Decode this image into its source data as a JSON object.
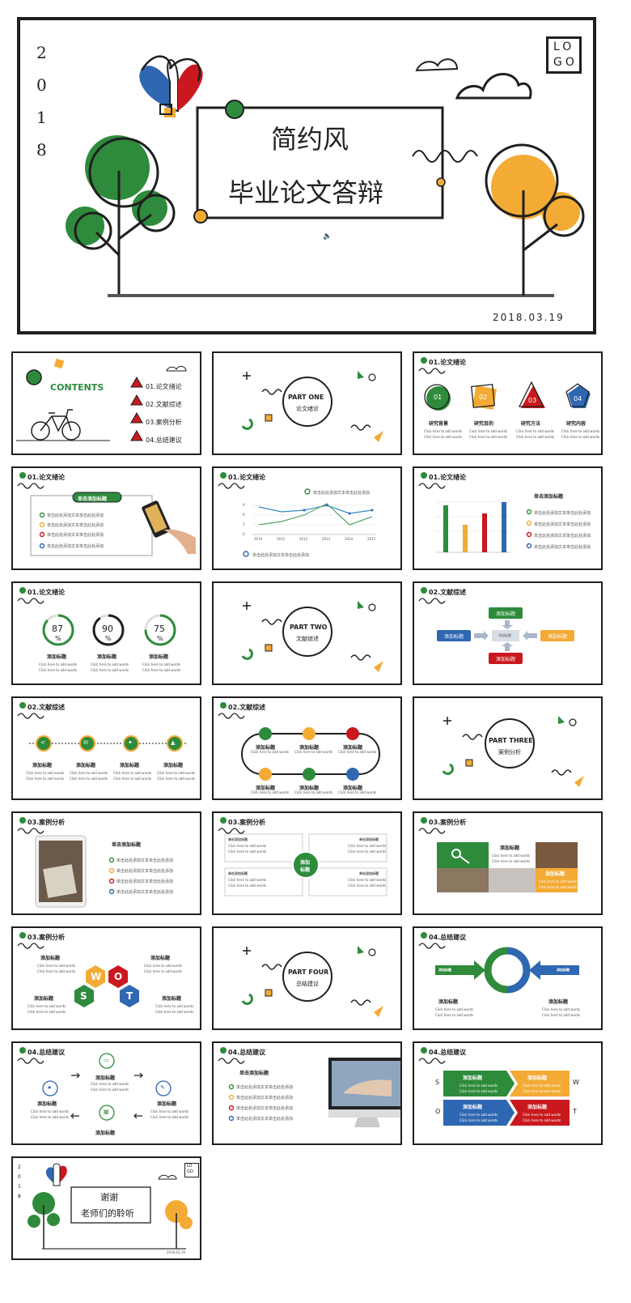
{
  "hero": {
    "year_digits": [
      "2",
      "0",
      "1",
      "8"
    ],
    "logo_line1": "LO",
    "logo_line2": "GO",
    "title_line1": "简约风",
    "title_line2": "毕业论文答辩",
    "date": "2018.03.19"
  },
  "contents": {
    "title": "CONTENTS",
    "items": [
      "01.论文绪论",
      "02.文献综述",
      "03.案例分析",
      "04.总结建议"
    ]
  },
  "parts": [
    {
      "label": "PART ONE",
      "sub": "论文绪论"
    },
    {
      "label": "PART TWO",
      "sub": "文献综述"
    },
    {
      "label": "PART THREE",
      "sub": "案例分析"
    },
    {
      "label": "PART FOUR",
      "sub": "总结建议"
    }
  ],
  "headers": {
    "s1": "01.论文绪论",
    "s2": "02.文献综述",
    "s3": "03.案例分析",
    "s4": "04.总结建议"
  },
  "research": {
    "labels": [
      "研究背景",
      "研究目的",
      "研究方法",
      "研究内容"
    ],
    "nums": [
      "01",
      "02",
      "03",
      "04"
    ]
  },
  "common": {
    "add_title": "添加标题",
    "click_add": "单击添加标题",
    "click_words": "Click here to add words",
    "bullet_text": "单击此处添加文本单击此处添加",
    "item_text": "单击此处添加文本单击此处添加",
    "small_heading": "单击添加标题"
  },
  "line_chart": {
    "years": [
      "2010",
      "2011",
      "2012",
      "2013",
      "2014",
      "2015"
    ],
    "yticks": [
      "9",
      "6",
      "3",
      "0"
    ],
    "legend_top": "单击此处添加文本单击此处添加",
    "legend_bottom": "单击此处添加文本单击此处添加"
  },
  "percents": [
    "87",
    "90",
    "75"
  ],
  "percent_sign": "%",
  "flow_labels": [
    "添加标题",
    "添加标题",
    "添加标题",
    "添加标题"
  ],
  "swot": {
    "S": "S",
    "W": "W",
    "O": "O",
    "T": "T"
  },
  "center_two": "添加",
  "center_two_b": "标题",
  "thanks": {
    "line1": "谢谢",
    "line2": "老师们的聆听",
    "logo1": "LO",
    "logo2": "GO",
    "date": "2018.03.19",
    "year_digits": [
      "2",
      "0",
      "1",
      "8"
    ]
  },
  "colors": {
    "green": "#2e8b3c",
    "yellow": "#f3ab36",
    "red": "#c9191e",
    "blue": "#2f67b2",
    "dark": "#1f1f1f"
  }
}
